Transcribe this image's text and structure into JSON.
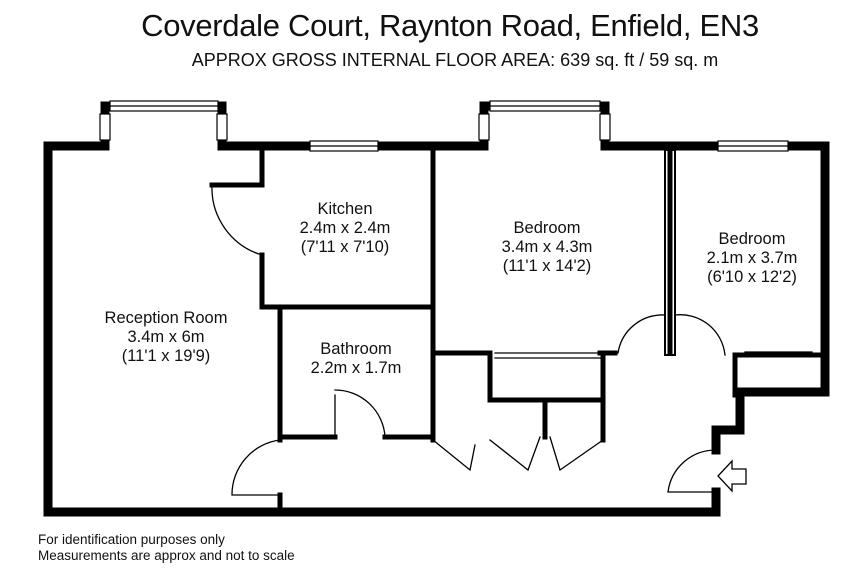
{
  "header": {
    "title": "Coverdale Court, Raynton Road, Enfield, EN3",
    "subtitle": "APPROX GROSS INTERNAL FLOOR AREA: 639 sq. ft / 59 sq. m"
  },
  "rooms": [
    {
      "name": "Reception Room",
      "metric": "3.4m x 6m",
      "imperial": "(11'1 x 19'9)"
    },
    {
      "name": "Kitchen",
      "metric": "2.4m x 2.4m",
      "imperial": "(7'11 x 7'10)"
    },
    {
      "name": "Bedroom",
      "metric": "3.4m x 4.3m",
      "imperial": "(11'1 x 14'2)"
    },
    {
      "name": "Bedroom",
      "metric": "2.1m x 3.7m",
      "imperial": "(6'10 x 12'2)"
    },
    {
      "name": "Bathroom",
      "metric": "2.2m x 1.7m"
    }
  ],
  "footer": {
    "line1": "For identification purposes only",
    "line2": "Measurements are approx and not to scale"
  }
}
